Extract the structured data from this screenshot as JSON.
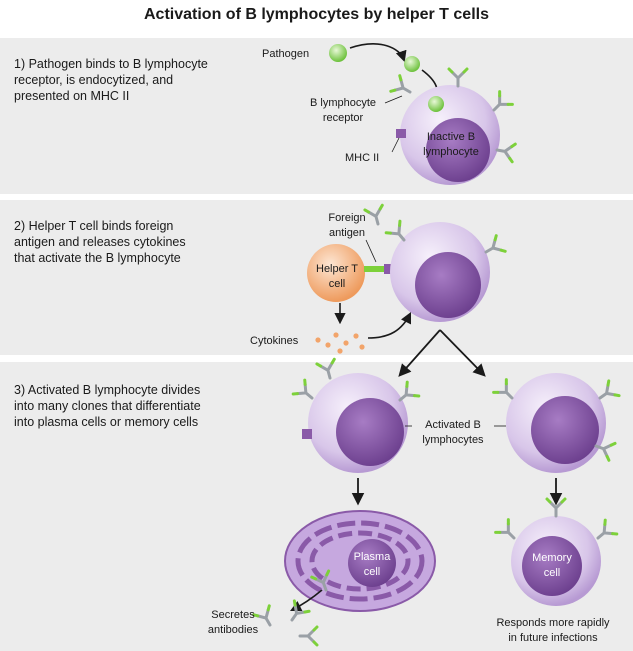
{
  "title": "Activation of B lymphocytes by helper T cells",
  "steps": [
    "1) Pathogen binds to B lymphocyte\nreceptor, is endocytized, and\npresented on MHC II",
    "2) Helper T cell binds foreign\nantigen and releases cytokines\nthat activate the B lymphocyte",
    "3) Activated B lymphocyte divides\ninto many clones that differentiate\ninto plasma cells or memory cells"
  ],
  "labels": {
    "pathogen": "Pathogen",
    "b_receptor": [
      "B lymphocyte",
      "receptor"
    ],
    "mhc": "MHC II",
    "inactive": [
      "Inactive B",
      "lymphocyte"
    ],
    "foreign_antigen": [
      "Foreign",
      "antigen"
    ],
    "helper": [
      "Helper T",
      "cell"
    ],
    "cytokines": "Cytokines",
    "activated": [
      "Activated B",
      "lymphocytes"
    ],
    "plasma": [
      "Plasma",
      "cell"
    ],
    "secretes": [
      "Secretes",
      "antibodies"
    ],
    "memory": [
      "Memory",
      "cell"
    ],
    "responds": [
      "Responds more rapidly",
      "in future infections"
    ]
  },
  "colors": {
    "panel": "#ececec",
    "cell": "#d9c9ea",
    "nucleus": "#7f4f9f",
    "helper": "#f2a46a",
    "pathogen": "#8fd45a"
  }
}
